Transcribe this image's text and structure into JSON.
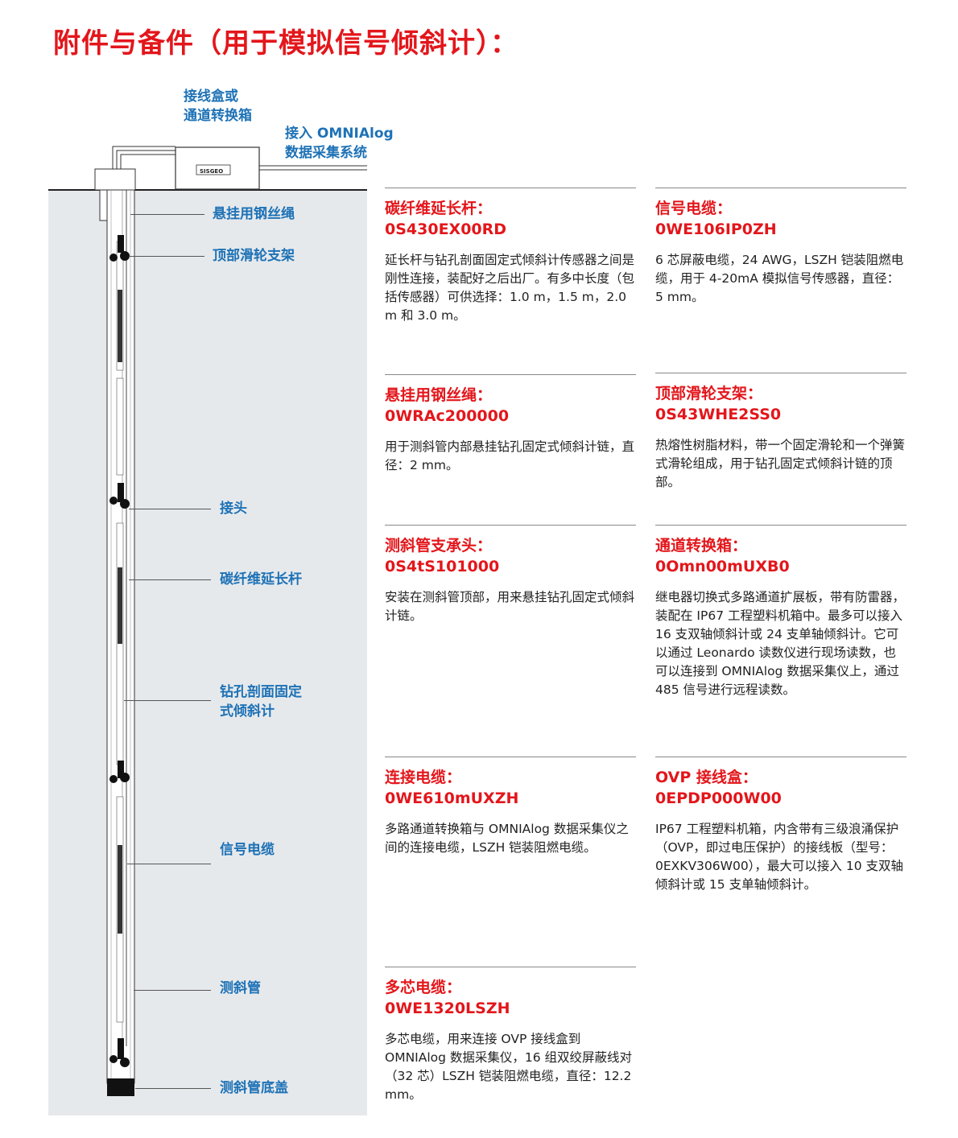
{
  "page_title": "附件与备件（用于模拟信号倾斜计）：",
  "diagram": {
    "logo_text": "SISGEO",
    "labels": {
      "junction_box": [
        "接线盒或",
        "通道转换箱"
      ],
      "to_omnialog": [
        "接入 OMNIAlog",
        "数据采集系统"
      ],
      "wire_rope": "悬挂用钢丝绳",
      "top_pulley": "顶部滑轮支架",
      "joint": "接头",
      "carbon_rod": "碳纤维延长杆",
      "inclinometer": [
        "钻孔剖面固定",
        "式倾斜计"
      ],
      "signal_cable": "信号电缆",
      "casing": "测斜管",
      "bottom_cap": "测斜管底盖"
    }
  },
  "items": [
    {
      "name": "碳纤维延长杆：",
      "code": "0S430EX00RD",
      "desc": "延长杆与钻孔剖面固定式倾斜计传感器之间是刚性连接，装配好之后出厂。有多中长度（包括传感器）可供选择：1.0 m，1.5 m，2.0 m 和 3.0 m。"
    },
    {
      "name": "信号电缆：",
      "code": "0WE106IP0ZH",
      "desc": "6 芯屏蔽电缆，24 AWG，LSZH 铠装阻燃电缆，用于 4-20mA 模拟信号传感器，直径：5 mm。"
    },
    {
      "name": "悬挂用钢丝绳：",
      "code": "0WRAc200000",
      "desc": "用于测斜管内部悬挂钻孔固定式倾斜计链，直径：2 mm。"
    },
    {
      "name": "顶部滑轮支架：",
      "code": "0S43WHE2SS0",
      "desc": "热熔性树脂材料，带一个固定滑轮和一个弹簧式滑轮组成，用于钻孔固定式倾斜计链的顶部。"
    },
    {
      "name": "测斜管支承头：",
      "code": "0S4tS101000",
      "desc": "安装在测斜管顶部，用来悬挂钻孔固定式倾斜计链。"
    },
    {
      "name": "通道转换箱：",
      "code": "0Omn00mUXB0",
      "desc": "继电器切换式多路通道扩展板，带有防雷器，装配在 IP67 工程塑料机箱中。最多可以接入 16 支双轴倾斜计或 24 支单轴倾斜计。它可以通过 Leonardo 读数仪进行现场读数，也可以连接到 OMNIAlog 数据采集仪上，通过 485 信号进行远程读数。"
    },
    {
      "name": "连接电缆：",
      "code": "0WE610mUXZH",
      "desc": "多路通道转换箱与 OMNIAlog 数据采集仪之间的连接电缆，LSZH 铠装阻燃电缆。"
    },
    {
      "name": "OVP 接线盒：",
      "code": "0EPDP000W00",
      "desc": "IP67 工程塑料机箱，内含带有三级浪涌保护（OVP，即过电压保护）的接线板（型号： 0EXKV306W00），最大可以接入 10 支双轴倾斜计或 15 支单轴倾斜计。"
    },
    {
      "name": "多芯电缆：",
      "code": "0WE1320LSZH",
      "desc": "多芯电缆，用来连接 OVP 接线盒到 OMNIAlog 数据采集仪，16 组双绞屏蔽线对（32 芯）LSZH 铠装阻燃电缆，直径：12.2 mm。"
    }
  ]
}
